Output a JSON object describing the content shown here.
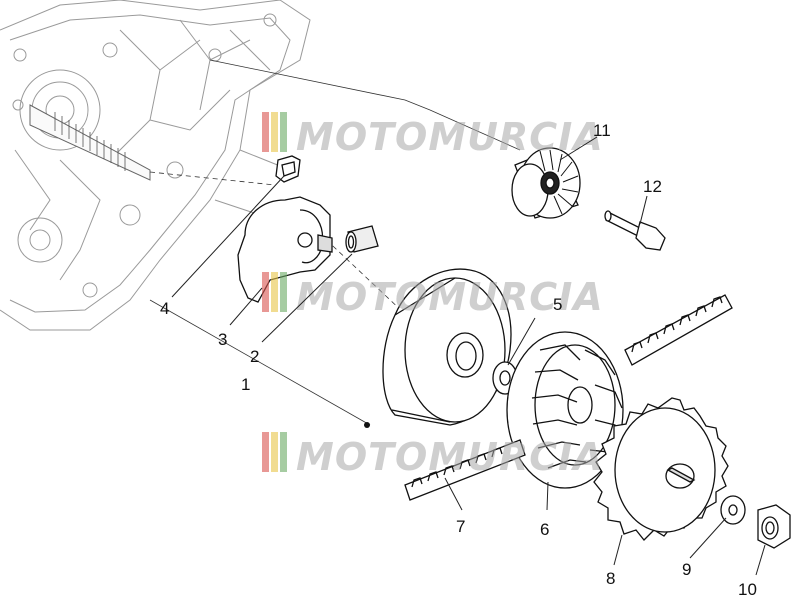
{
  "watermark": {
    "text": "MOTOMURCIA"
  },
  "callouts": {
    "c1": "1",
    "c2": "2",
    "c3": "3",
    "c4": "4",
    "c5": "5",
    "c6": "6",
    "c7": "7",
    "c8": "8",
    "c9": "9",
    "c10": "10",
    "c11": "11",
    "c12": "12"
  },
  "colors": {
    "line": "#111111",
    "ghost": "#9a9a9a",
    "watermark": "#a8a8a8",
    "wm_red": "#d9534f",
    "wm_yellow": "#e8c547",
    "wm_green": "#6aaa64"
  }
}
